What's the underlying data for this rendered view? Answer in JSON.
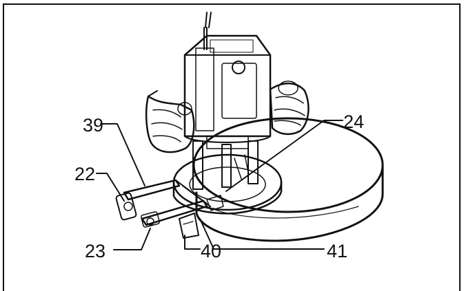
{
  "diagram": {
    "callouts": [
      {
        "id": "c39",
        "label": "39"
      },
      {
        "id": "c24",
        "label": "24"
      },
      {
        "id": "c22",
        "label": "22"
      },
      {
        "id": "c23",
        "label": "23"
      },
      {
        "id": "c40",
        "label": "40"
      },
      {
        "id": "c41",
        "label": "41"
      }
    ]
  }
}
